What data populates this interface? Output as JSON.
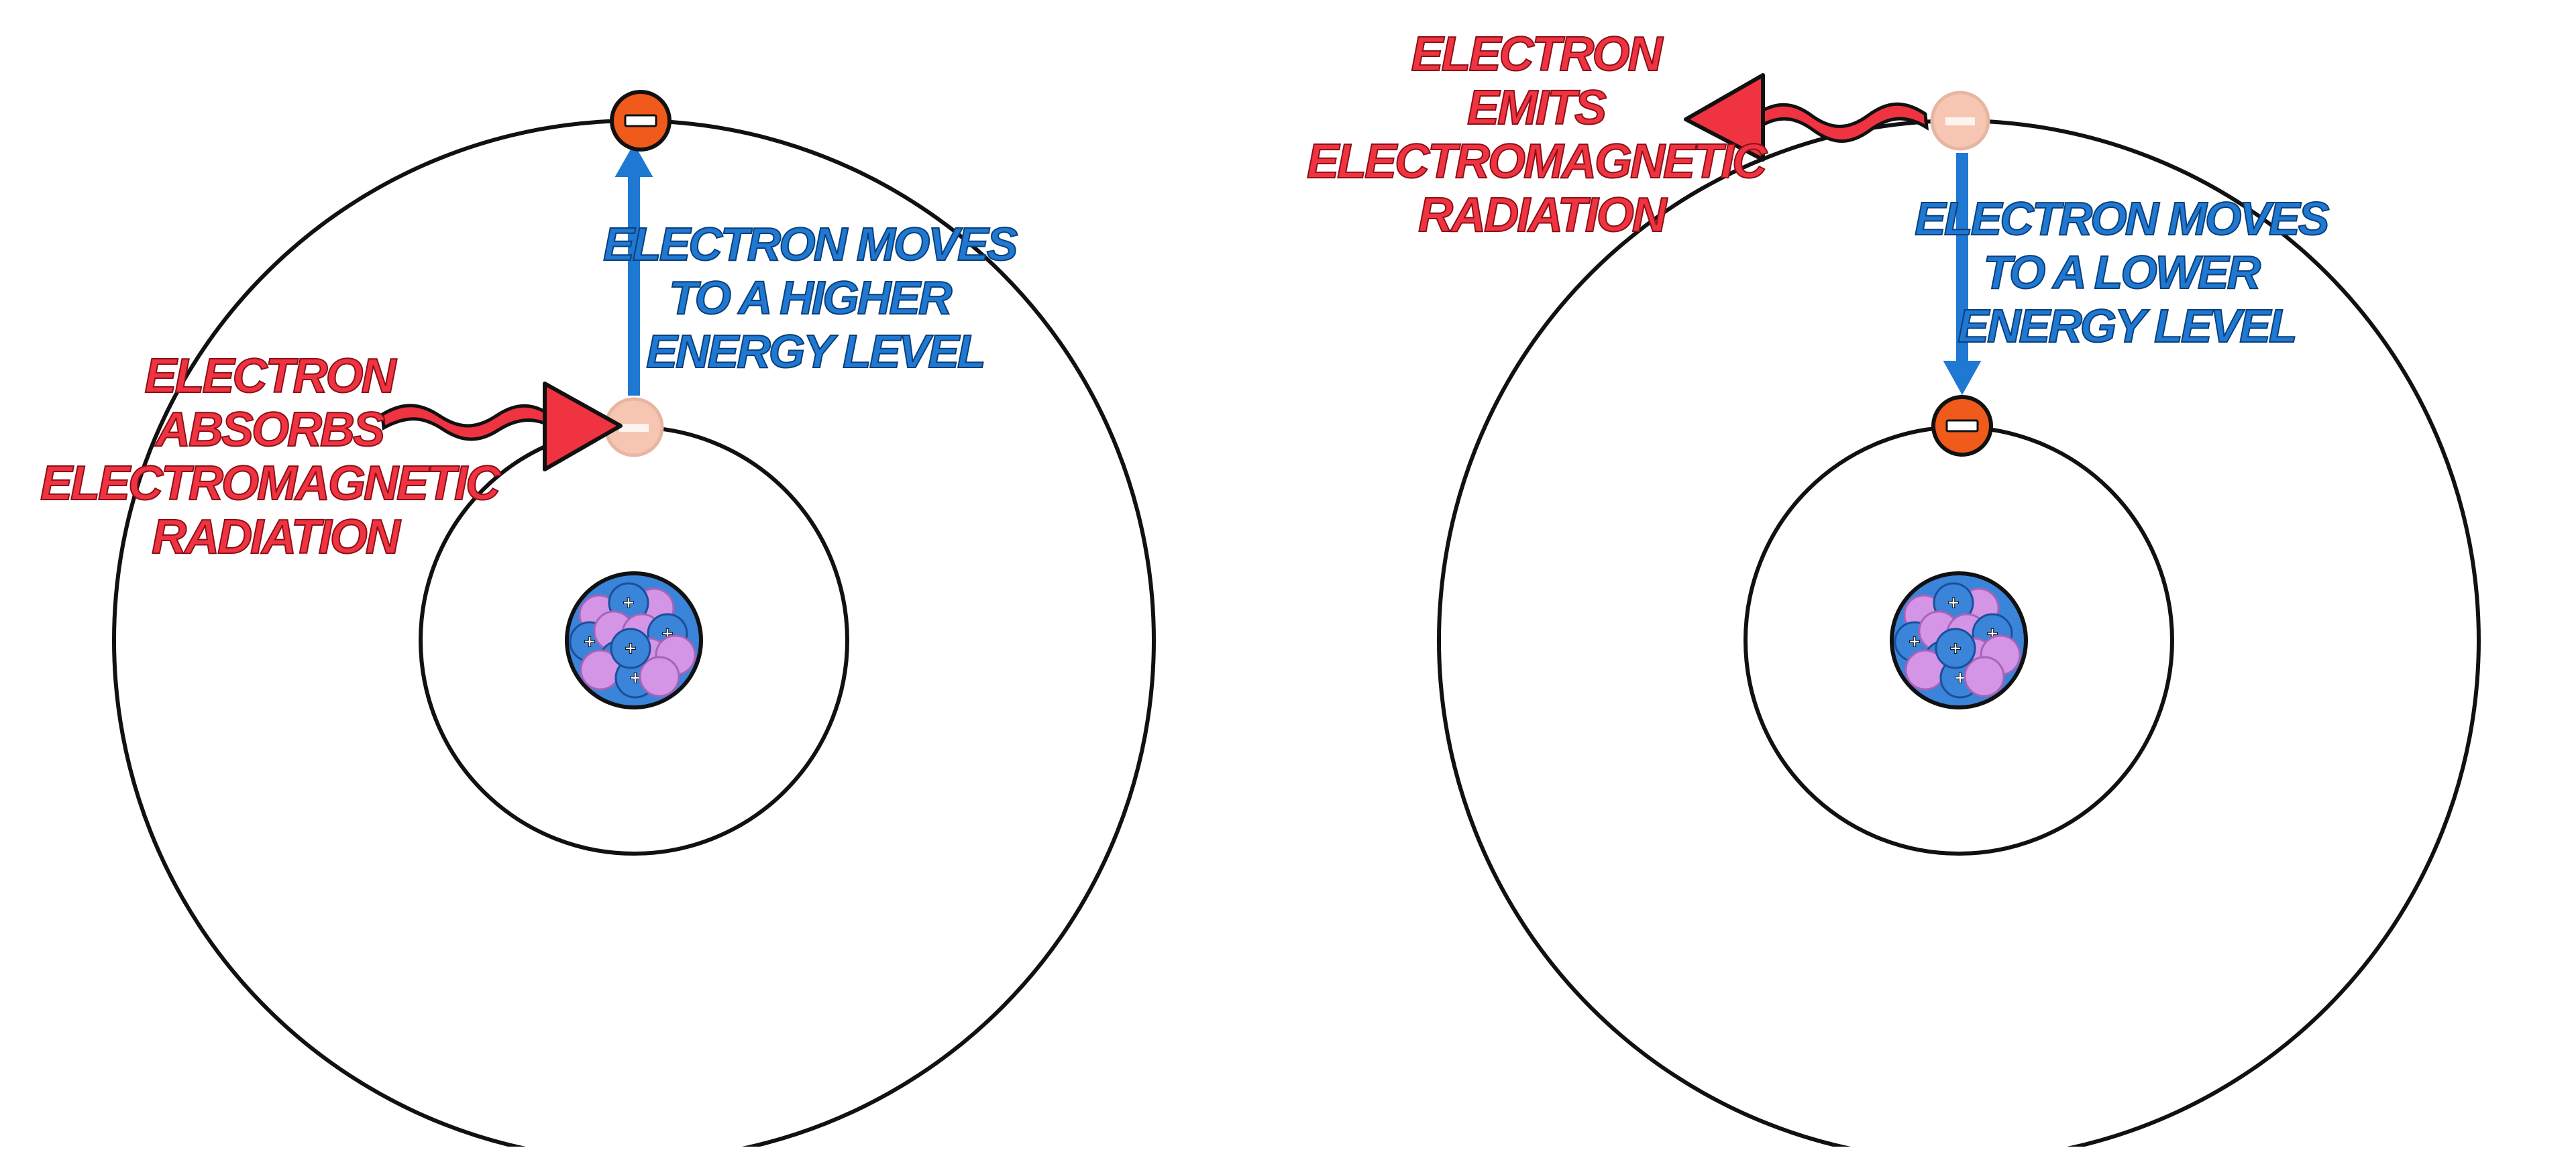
{
  "colors": {
    "background": "#ffffff",
    "orbit": "#111111",
    "absorb_red": "#ef3340",
    "emit_red": "#ef3340",
    "move_blue": "#1f78d1",
    "electron_orange": "#f05a1a",
    "electron_ghost": "#f6c6b2",
    "proton_blue": "#3a84d9",
    "neutron_purple": "#d495e6"
  },
  "icons": {
    "electron": "minus-sign-in-orange-circle",
    "proton": "plus-sign-in-blue-circle",
    "neutron": "purple-circle",
    "photon": "wavy-arrow"
  },
  "panels": [
    {
      "id": "absorption",
      "label_red": [
        "ELECTRON",
        "ABSORBS",
        "ELECTROMAGNETIC",
        "RADIATION"
      ],
      "label_blue": [
        "ELECTRON MOVES",
        "TO A HIGHER",
        "ENERGY LEVEL"
      ],
      "electron_symbol": "−"
    },
    {
      "id": "emission",
      "label_red": [
        "ELECTRON",
        "EMITS",
        "ELECTROMAGNETIC",
        "RADIATION"
      ],
      "label_blue": [
        "ELECTRON MOVES",
        "TO A LOWER",
        "ENERGY LEVEL"
      ],
      "electron_symbol": "−"
    }
  ],
  "nucleus": {
    "proton_symbol": "+"
  }
}
